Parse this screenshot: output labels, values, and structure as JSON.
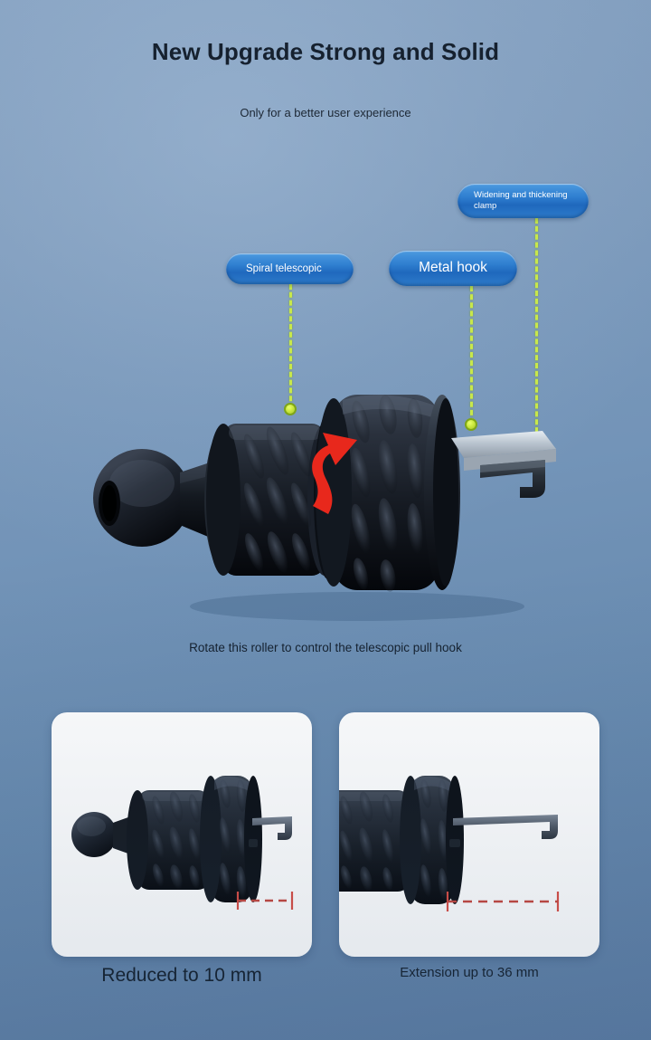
{
  "page": {
    "headline": "New Upgrade Strong and Solid",
    "subhead": "Only for a better user experience",
    "background_top_color": "#84a0c0",
    "background_bottom_color": "#5a7ba3"
  },
  "callouts": [
    {
      "id": "spiral-telescopic",
      "label": "Spiral telescopic",
      "pill_color": "#2f7fd0",
      "leader_color": "#c8e84a"
    },
    {
      "id": "metal-hook",
      "label": "Metal hook",
      "pill_color": "#2f7fd0",
      "leader_color": "#c8e84a"
    },
    {
      "id": "widening-thickening-clamp",
      "label": "Widening and thickening clamp",
      "pill_color": "#2f7fd0",
      "leader_color": "#c8e84a"
    }
  ],
  "hero": {
    "caption": "Rotate this roller to control the telescopic pull hook",
    "arrow_color": "#e8281c",
    "body_color": "#1b1f26"
  },
  "cards": [
    {
      "id": "reduced",
      "caption": "Reduced to 10 mm",
      "measure_color": "#d94b42"
    },
    {
      "id": "extension",
      "caption": "Extension up to 36 mm",
      "measure_color": "#d94b42"
    }
  ]
}
